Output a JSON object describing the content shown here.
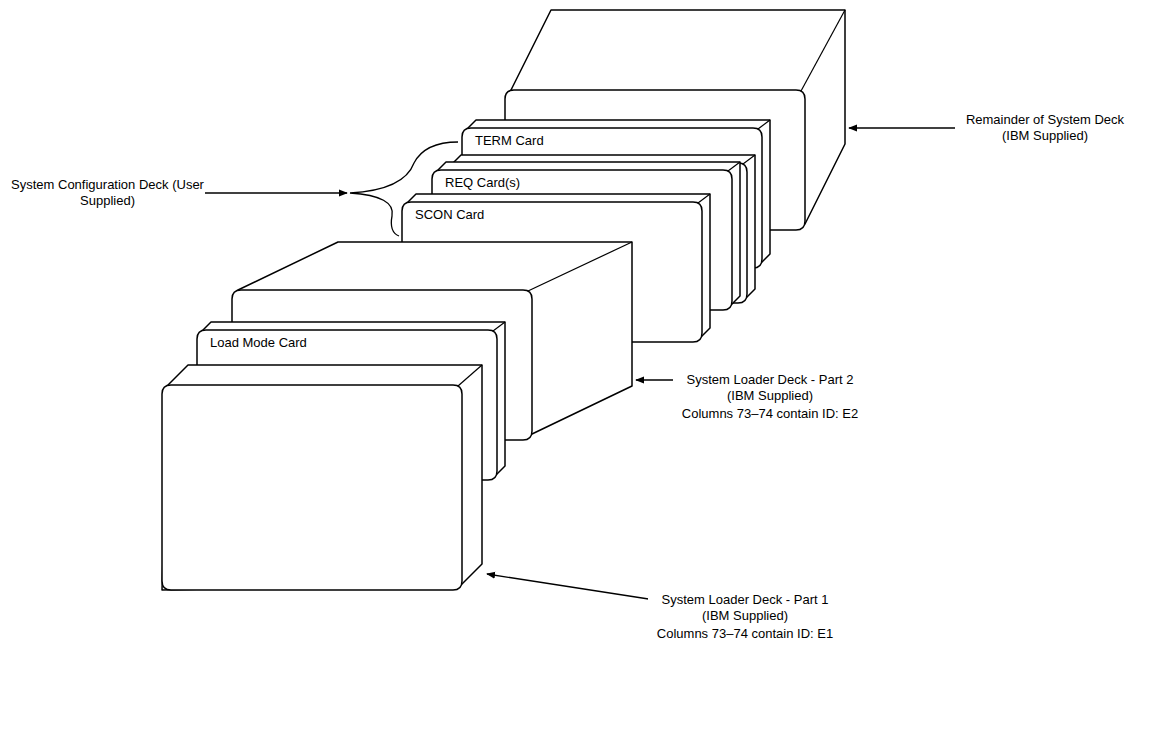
{
  "diagram": {
    "nodes": [
      {
        "text": [
          "TERM Card"
        ]
      },
      {
        "text": [
          "REQ Card(s)"
        ]
      },
      {
        "text": [
          "SCON Card"
        ]
      },
      {
        "text": [
          "Load Mode Card"
        ]
      }
    ],
    "labels": [
      "Remainder of System Deck (IBM Supplied)",
      "System Configuration Deck (User Supplied)",
      "System Loader Deck - Part 2 (IBM Supplied)",
      "Columns 73–74 contain ID: E2",
      "System Loader Deck - Part 1 (IBM Supplied)",
      "Columns 73–74 contain ID: E1"
    ]
  }
}
